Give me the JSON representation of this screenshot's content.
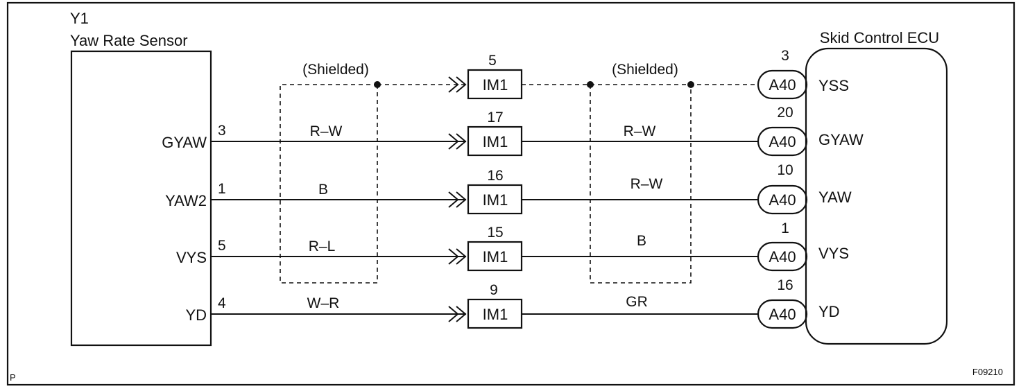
{
  "sensor": {
    "id": "Y1",
    "name": "Yaw Rate Sensor",
    "pins": [
      {
        "name": "GYAW",
        "num": "3"
      },
      {
        "name": "YAW2",
        "num": "1"
      },
      {
        "name": "VYS",
        "num": "5"
      },
      {
        "name": "YD",
        "num": "4"
      }
    ]
  },
  "shielded_label": "(Shielded)",
  "left_wires": [
    "R–W",
    "B",
    "R–L",
    "W–R"
  ],
  "middle": {
    "label": "IM1",
    "pins": [
      "5",
      "17",
      "16",
      "15",
      "9"
    ]
  },
  "right_wires": [
    "R–W",
    "R–W",
    "B",
    "GR"
  ],
  "ecu": {
    "name": "Skid Control ECU",
    "connector": "A40",
    "terminals": [
      {
        "name": "YSS",
        "pin": "3"
      },
      {
        "name": "GYAW",
        "pin": "20"
      },
      {
        "name": "YAW",
        "pin": "10"
      },
      {
        "name": "VYS",
        "pin": "1"
      },
      {
        "name": "YD",
        "pin": "16"
      }
    ]
  },
  "corner_mark": "P",
  "figure_code": "F09210"
}
